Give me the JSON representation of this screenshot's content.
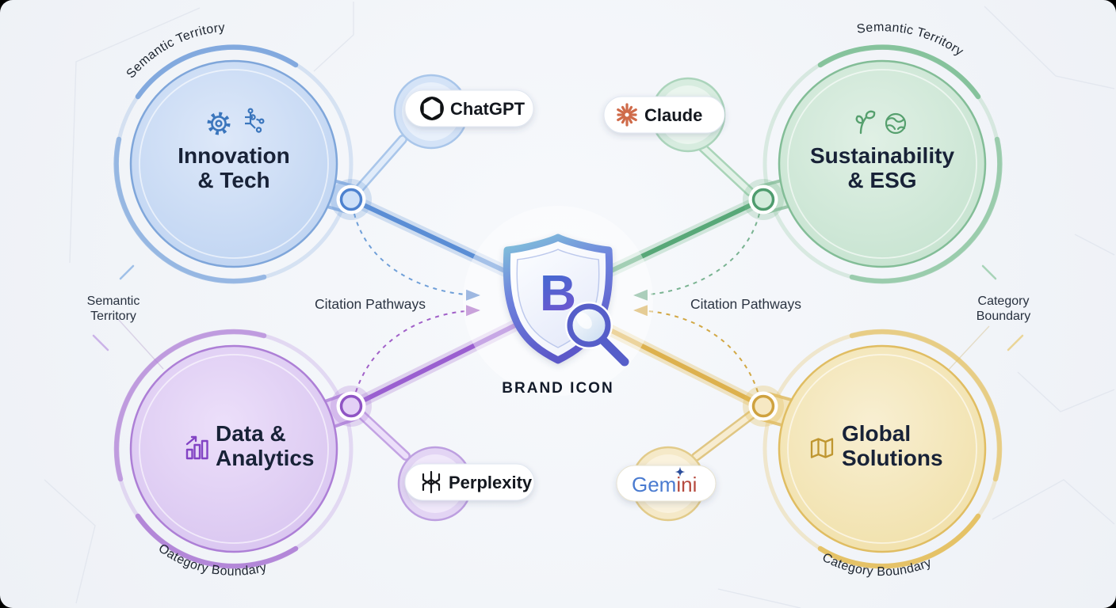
{
  "center": {
    "label": "BRAND ICON"
  },
  "pathways": {
    "left_label": "Citation Pathways",
    "right_label": "Citation Pathways"
  },
  "edge_labels": {
    "left": {
      "line1": "Semantic",
      "line2": "Territory"
    },
    "right": {
      "line1": "Category",
      "line2": "Boundary"
    }
  },
  "territories": {
    "innovation": {
      "title_line1": "Innovation",
      "title_line2": "& Tech",
      "arc_label": "Semantic Territory",
      "accent": "#6d9bd9"
    },
    "sustainability": {
      "title_line1": "Sustainability",
      "title_line2": "& ESG",
      "arc_label": "Semantic Territory",
      "accent": "#72b98b"
    },
    "data_analytics": {
      "title_line1": "Data &",
      "title_line2": "Analytics",
      "arc_label": "Oategory Boundary",
      "accent": "#a873d2"
    },
    "global_solutions": {
      "title_line1": "Global",
      "title_line2": "Solutions",
      "arc_label": "Category Boundary",
      "accent": "#e3bc55"
    }
  },
  "ai_badges": {
    "chatgpt": {
      "label": "ChatGPT"
    },
    "claude": {
      "label": "Claude"
    },
    "perplexity": {
      "label": "Perplexity"
    },
    "gemini": {
      "label_part1": "Gem",
      "label_part2": "ini"
    }
  },
  "brand_letter": "B",
  "colors": {
    "background": "#f3f5f9",
    "innovation_accent": "#6d9bd9",
    "sustainability_accent": "#72b98b",
    "data_accent": "#a873d2",
    "global_accent": "#e3bc55",
    "shield_indigo": "#6a72d6",
    "claude_icon": "#cf6b4a",
    "gemini_blue": "#4a7bd0",
    "gemini_red": "#b64a3e"
  }
}
